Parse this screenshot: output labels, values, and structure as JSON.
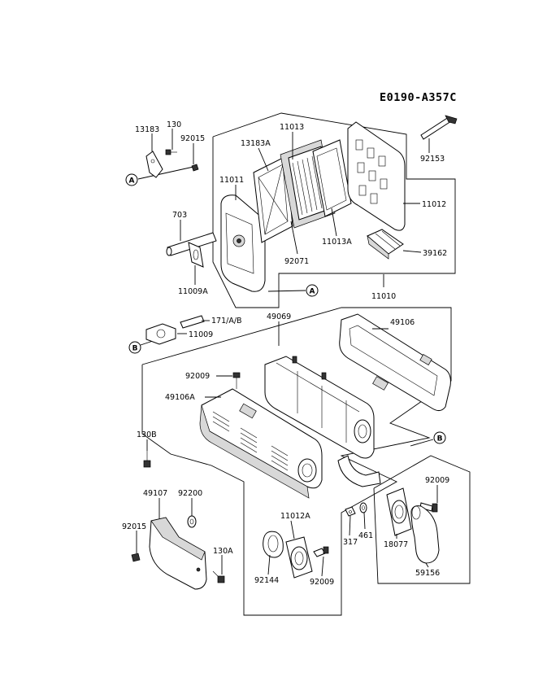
{
  "diagram_code": "E0190-A357C",
  "callouts": {
    "A": "A",
    "B": "B"
  },
  "part_numbers": {
    "p13183": "13183",
    "p130": "130",
    "p92015_top": "92015",
    "p11013": "11013",
    "p13183A": "13183A",
    "p11011": "11011",
    "p703": "703",
    "p11009A": "11009A",
    "p92071": "92071",
    "p11013A": "11013A",
    "p11012": "11012",
    "p92153": "92153",
    "p39162": "39162",
    "p11010": "11010",
    "p171AB": "171/A/B",
    "p11009": "11009",
    "p49069": "49069",
    "p49106": "49106",
    "p92009_a": "92009",
    "p49106A": "49106A",
    "p130B": "130B",
    "p49107": "49107",
    "p92200": "92200",
    "p92015_bot": "92015",
    "p130A": "130A",
    "p11012A": "11012A",
    "p92144": "92144",
    "p92009_b": "92009",
    "p317": "317",
    "p461": "461",
    "p18077": "18077",
    "p92009_c": "92009",
    "p59156": "59156"
  }
}
